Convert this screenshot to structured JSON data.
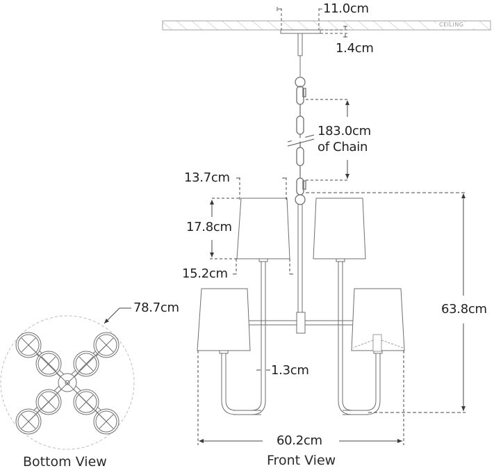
{
  "diagram": {
    "type": "product-dimension-drawing",
    "subject": "four-light chandelier with chain",
    "ceiling": {
      "label": "CEILING"
    },
    "dimensions": {
      "canopy_width": "11.0cm",
      "canopy_depth": "1.4cm",
      "chain_length": "183.0cm",
      "chain_suffix": "of Chain",
      "shade_top_width": "13.7cm",
      "shade_height": "17.8cm",
      "shade_bottom_width": "15.2cm",
      "arm_diameter": "1.3cm",
      "fixture_height": "63.8cm",
      "fixture_width": "60.2cm",
      "bottom_view_diameter": "78.7cm"
    },
    "views": {
      "bottom": "Bottom View",
      "front": "Front View"
    },
    "colors": {
      "line": "#6e6e6e",
      "dim_line": "#3a3a3a",
      "dashed": "#7a7a7a",
      "text": "#1f1f1f",
      "hatch": "#b5b5b5"
    }
  }
}
